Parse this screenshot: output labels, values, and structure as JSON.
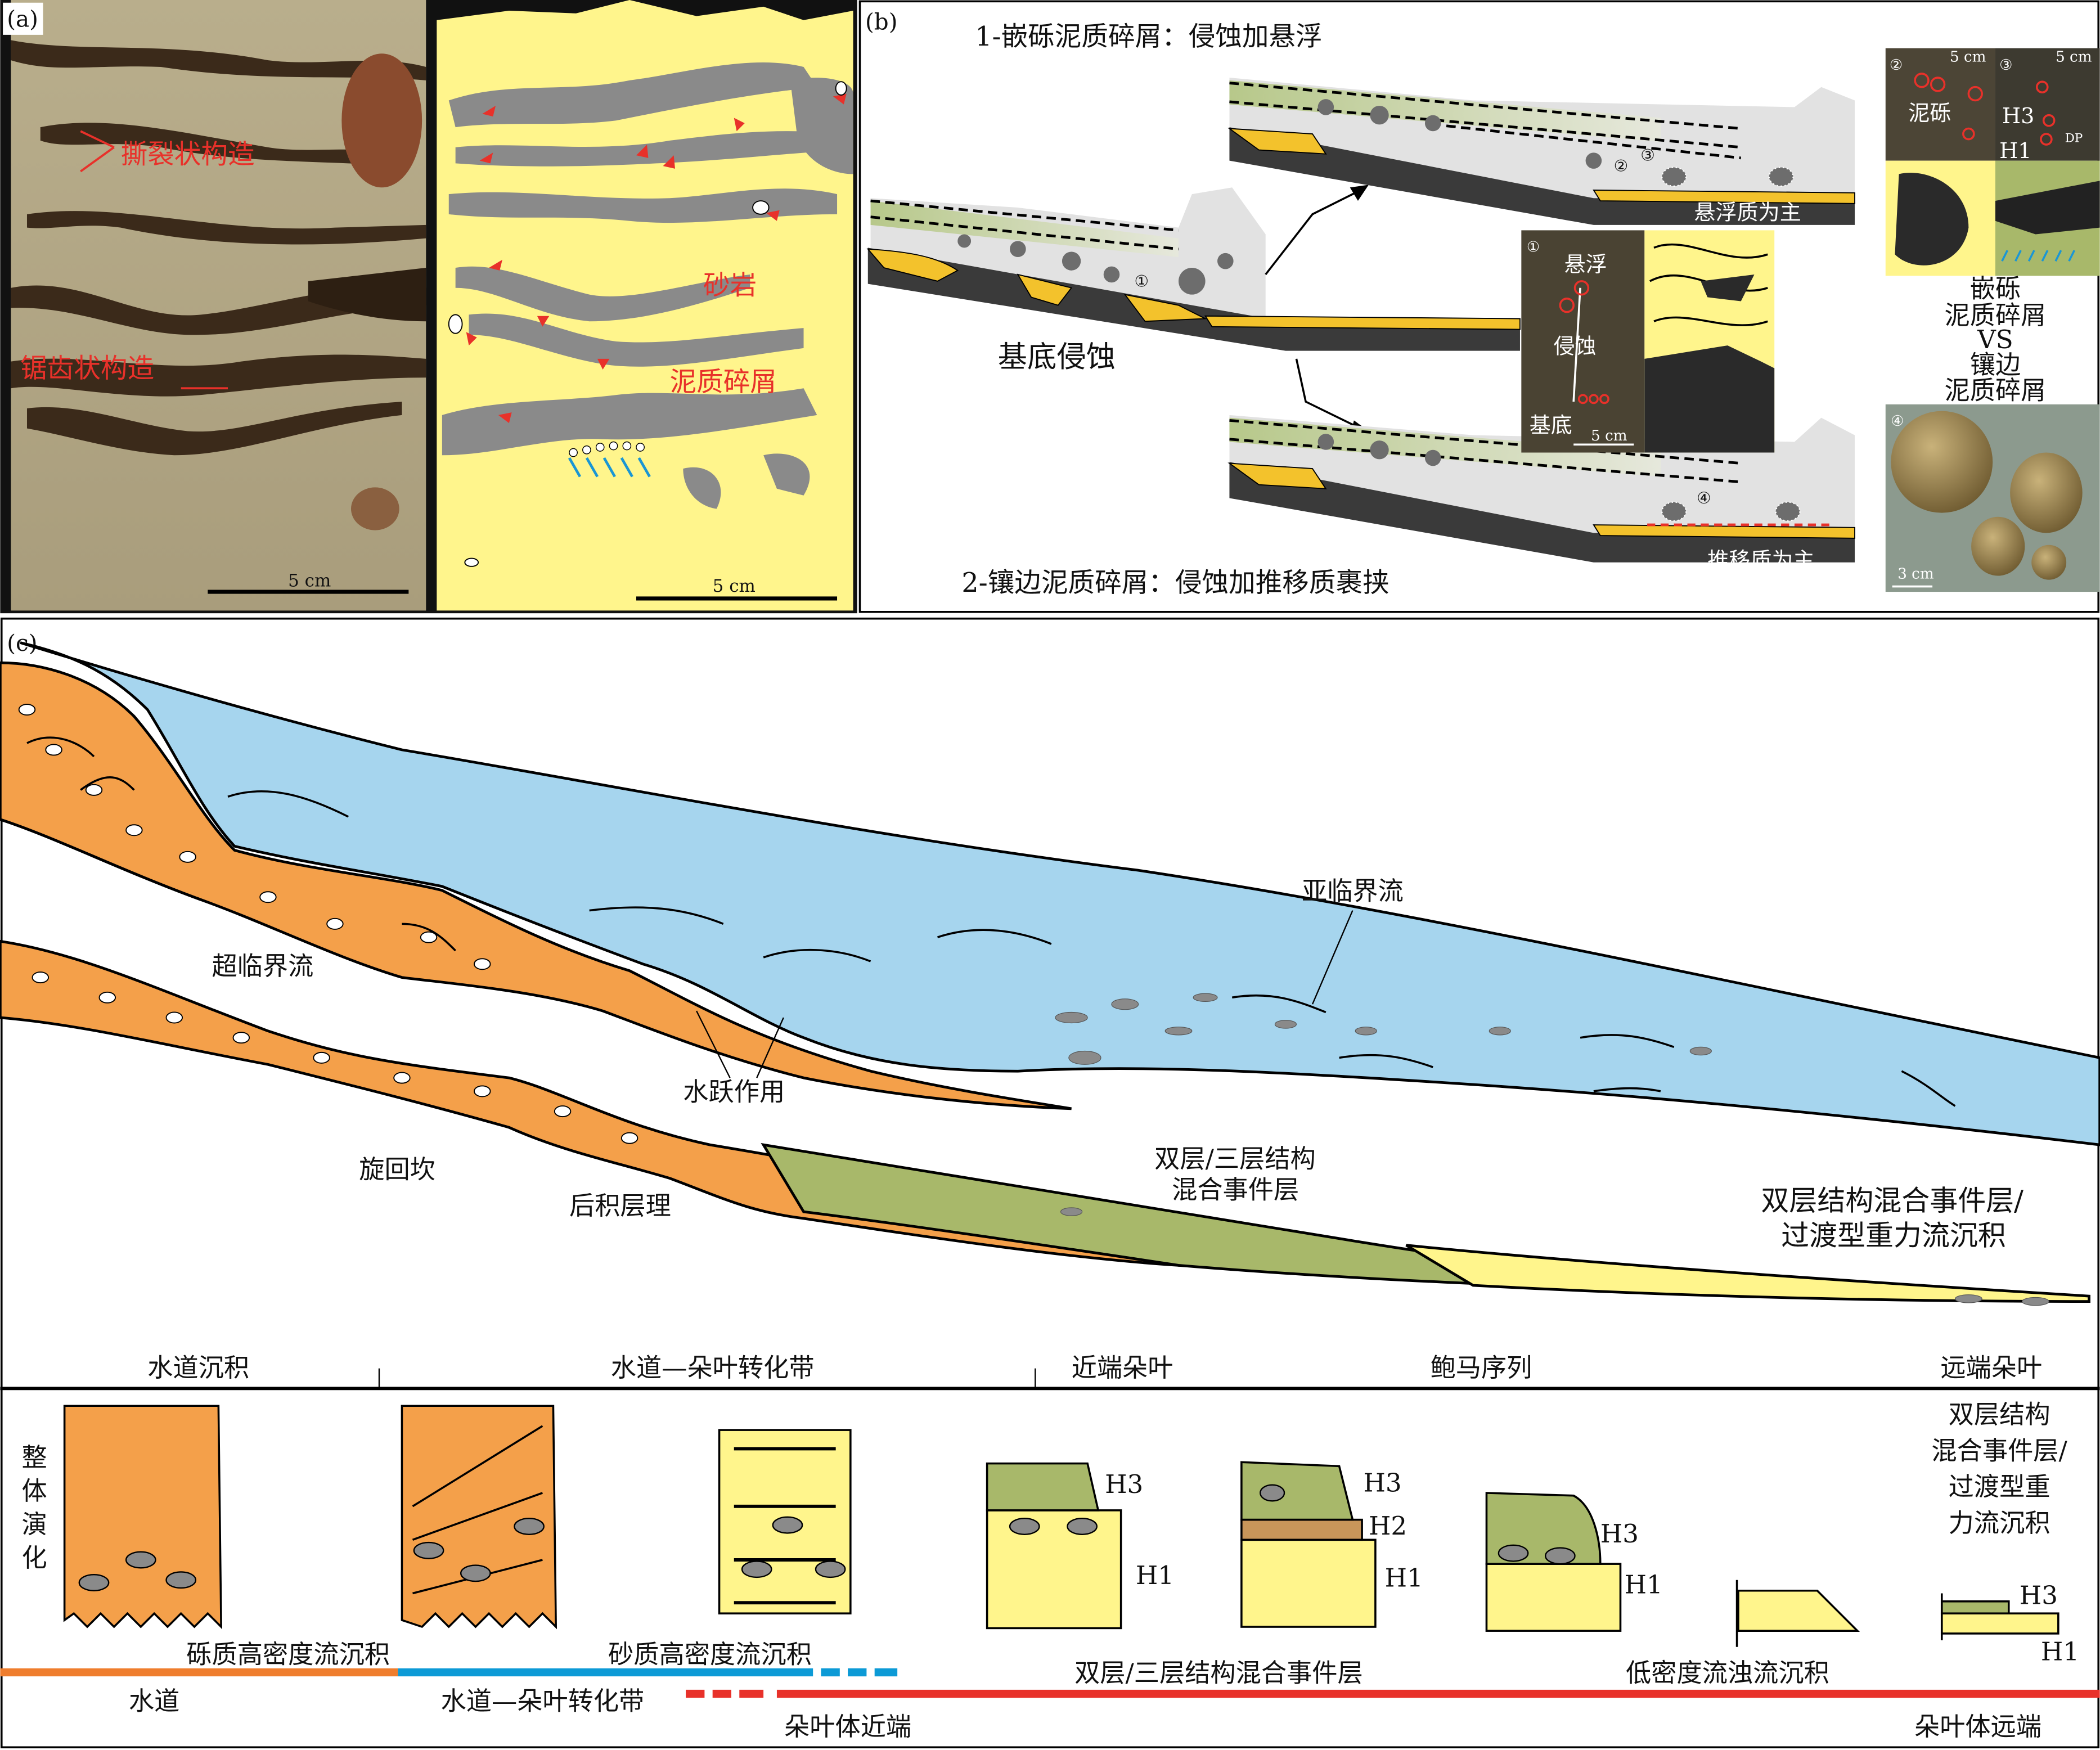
{
  "panel_labels": {
    "a": "(a)",
    "b": "(b)",
    "c": "(c)"
  },
  "panel_a": {
    "photo_labels": [
      "撕裂状构造",
      "锯齿状构造"
    ],
    "photo_scale": "5 cm",
    "drawing_labels": {
      "sandstone": "砂岩",
      "mud_clast": "泥质碎屑"
    },
    "drawing_scale": "5 cm"
  },
  "panel_b": {
    "title_1": "1-嵌砾泥质碎屑：侵蚀加悬浮",
    "title_2": "2-镶边泥质碎屑：侵蚀加推移质裹挟",
    "basal_erosion": "基底侵蚀",
    "suspension_dominant": "悬浮质为主",
    "bedload_dominant": "推移质为主",
    "markers": [
      "①",
      "②",
      "③",
      "④"
    ],
    "inset_1": {
      "num": "①",
      "top": "悬浮",
      "middle": "侵蚀",
      "bottom": "基底",
      "scale": "5 cm"
    },
    "inset_2": {
      "num": "②",
      "label": "泥砾",
      "scale": "5 cm"
    },
    "inset_3": {
      "num": "③",
      "h3": "H3",
      "h1": "H1",
      "dp": "DP",
      "scale": "5 cm"
    },
    "comparison": [
      "嵌砾",
      "泥质碎屑",
      "VS",
      "镶边",
      "泥质碎屑"
    ],
    "inset_4": {
      "num": "④",
      "scale": "3 cm"
    }
  },
  "panel_c": {
    "flow_labels": {
      "subcritical": "亚临界流",
      "supercritical": "超临界流",
      "hydraulic_jump": "水跃作用",
      "cyclic_step": "旋回坎",
      "backset": "后积层理",
      "hybrid_1": "双层/三层结构",
      "hybrid_2": "混合事件层",
      "distal_1": "双层结构混合事件层/",
      "distal_2": "过渡型重力流沉积"
    },
    "zones": [
      "水道沉积",
      "水道—朵叶转化带",
      "近端朵叶",
      "鲍马序列",
      "远端朵叶"
    ],
    "evolution": [
      "整",
      "体",
      "演",
      "化"
    ],
    "column_labels": {
      "h3": "H3",
      "h2": "H2",
      "h1": "H1"
    },
    "deposit_labels": [
      "砾质高密度流沉积",
      "砂质高密度流沉积",
      "双层/三层结构混合事件层",
      "低密度流浊流沉积"
    ],
    "distal_text": [
      "双层结构",
      "混合事件层/",
      "过渡型重",
      "力流沉积"
    ],
    "environments": [
      "水道",
      "水道—朵叶转化带",
      "朵叶体近端",
      "朵叶体远端"
    ]
  },
  "colors": {
    "orange": "#f4a04a",
    "blue": "#a6d5ee",
    "green": "#a8b86a",
    "yellow": "#fff58c",
    "grey": "#8a8a8a",
    "dark": "#3a3a3a",
    "red": "#e8312a",
    "bar_blue": "#0c9ad6",
    "bar_orange": "#ef7d2d"
  }
}
